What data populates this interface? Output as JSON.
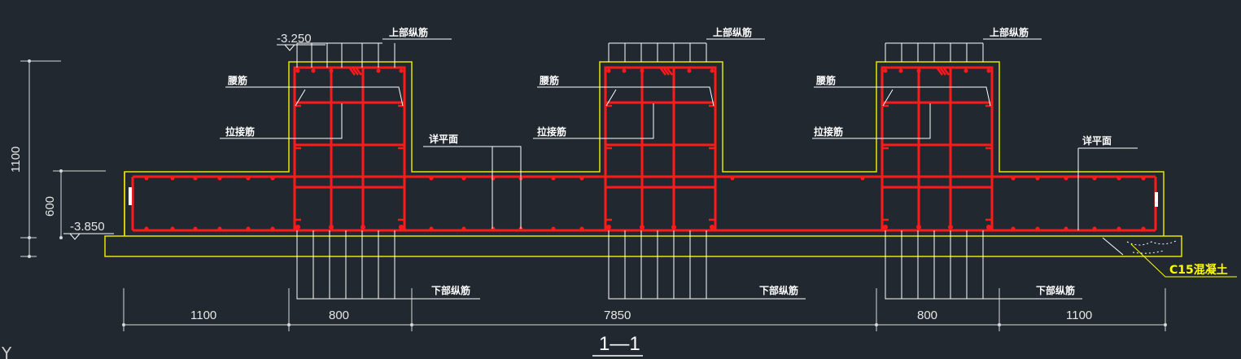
{
  "colors": {
    "background": "#212830",
    "outline": "#e6e600",
    "rebar": "#ff1a1a",
    "leader": "#ffffff",
    "dimension": "#d8d8d8",
    "c15_label": "#ffff00"
  },
  "labels": {
    "top_rebar_1": "上部纵筋",
    "top_rebar_2": "上部纵筋",
    "top_rebar_3": "上部纵筋",
    "waist_rebar_1": "腰筋",
    "waist_rebar_2": "腰筋",
    "waist_rebar_3": "腰筋",
    "tie_rebar_1": "拉接筋",
    "tie_rebar_2": "拉接筋",
    "tie_rebar_3": "拉接筋",
    "see_plan_1": "详平面",
    "see_plan_2": "详平面",
    "bottom_rebar_1": "下部纵筋",
    "bottom_rebar_2": "下部纵筋",
    "bottom_rebar_3": "下部纵筋",
    "concrete": "C15混凝土"
  },
  "elevations": {
    "top": "-3.250",
    "base": "-3.850"
  },
  "dimensions": {
    "height_total": "1100",
    "height_slab": "600",
    "d1": "1100",
    "d2": "800",
    "d3": "7850",
    "d4": "800",
    "d5": "1100"
  },
  "section_title": "1—1",
  "ucs_axis": "Y"
}
